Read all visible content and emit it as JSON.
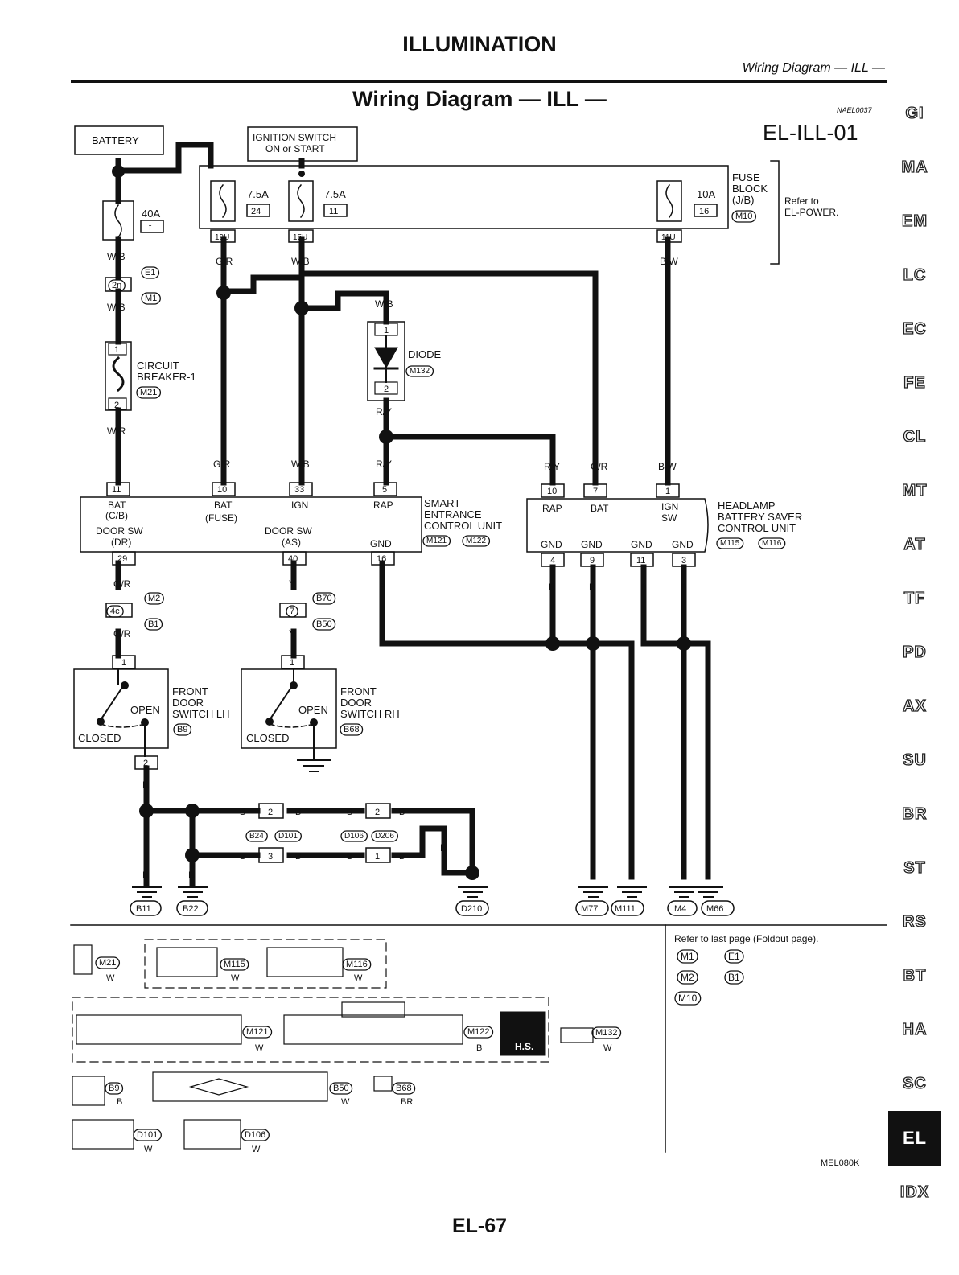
{
  "header": {
    "page_title": "ILLUMINATION",
    "section_right": "Wiring Diagram — ILL —",
    "section_title": "Wiring Diagram — ILL —",
    "code_tag": "NAEL0037",
    "diagram_id": "EL-ILL-01"
  },
  "footer": {
    "page_number": "EL-67",
    "ref_code": "MEL080K"
  },
  "sidebar": {
    "tabs": [
      "GI",
      "MA",
      "EM",
      "LC",
      "EC",
      "FE",
      "CL",
      "MT",
      "AT",
      "TF",
      "PD",
      "AX",
      "SU",
      "BR",
      "ST",
      "RS",
      "BT",
      "HA",
      "SC",
      "EL",
      "IDX"
    ],
    "active": "EL"
  },
  "diagram": {
    "battery": "BATTERY",
    "ignition_line1": "IGNITION SWITCH",
    "ignition_line2": "ON or START",
    "fusible_link": {
      "rating": "40A",
      "id": "f"
    },
    "fuse_block": {
      "line1": "FUSE",
      "line2": "BLOCK",
      "line3": "(J/B)",
      "conn": "M10",
      "ref1": "Refer to",
      "ref2": "EL-POWER."
    },
    "fuses": [
      {
        "rating": "7.5A",
        "num": "24",
        "pin": "19U"
      },
      {
        "rating": "7.5A",
        "num": "11",
        "pin": "15U"
      },
      {
        "rating": "10A",
        "num": "16",
        "pin": "11U"
      }
    ],
    "wires": {
      "wb": "W/B",
      "gr": "G/R",
      "bw": "B/W",
      "wr": "W/R",
      "ry": "R/Y",
      "y": "Y",
      "b": "B"
    },
    "conn_e1": "E1",
    "conn_m1": "M1",
    "pin_2n": "2n",
    "breaker": {
      "line1": "CIRCUIT",
      "line2": "BREAKER-1",
      "conn": "M21",
      "pin1": "1",
      "pin2": "2"
    },
    "diode": {
      "label": "DIODE",
      "conn": "M132",
      "pin1": "1",
      "pin2": "2"
    },
    "smart": {
      "line1": "SMART",
      "line2": "ENTRANCE",
      "line3": "CONTROL UNIT",
      "conn1": "M121",
      "conn2": "M122",
      "pins": [
        "11",
        "10",
        "33",
        "5",
        "29",
        "40",
        "16"
      ],
      "bat": "BAT",
      "cb": "(C/B)",
      "fuse": "(FUSE)",
      "ign": "IGN",
      "rap": "RAP",
      "doorsw": "DOOR SW",
      "dr": "(DR)",
      "as": "(AS)",
      "gnd": "GND"
    },
    "saver": {
      "line1": "HEADLAMP",
      "line2": "BATTERY SAVER",
      "line3": "CONTROL UNIT",
      "conn1": "M115",
      "conn2": "M116",
      "pins": [
        "10",
        "7",
        "1",
        "4",
        "9",
        "11",
        "3"
      ],
      "rap": "RAP",
      "bat": "BAT",
      "ign": "IGN",
      "sw": "SW",
      "gnd": "GND"
    },
    "mid_conns": {
      "m2": "M2",
      "b1": "B1",
      "pin_4c": "4c",
      "b70": "B70",
      "b50": "B50",
      "pin_7": "7"
    },
    "door_lh": {
      "line1": "FRONT",
      "line2": "DOOR",
      "line3": "SWITCH LH",
      "conn": "B9",
      "open": "OPEN",
      "closed": "CLOSED",
      "pin1": "1",
      "pin2": "2"
    },
    "door_rh": {
      "line1": "FRONT",
      "line2": "DOOR",
      "line3": "SWITCH RH",
      "conn": "B68",
      "open": "OPEN",
      "closed": "CLOSED",
      "pin1": "1"
    },
    "joint": {
      "b24": "B24",
      "d101": "D101",
      "d106": "D106",
      "d206": "D206",
      "p2": "2",
      "p3": "3",
      "p1": "1"
    },
    "grounds": [
      "B11",
      "B22",
      "D210",
      "M77",
      "M111",
      "M4",
      "M66"
    ],
    "refer": {
      "text": "Refer to last page (Foldout page).",
      "c1": "M1",
      "c2": "E1",
      "c3": "M2",
      "c4": "B1",
      "c5": "M10"
    },
    "legend": {
      "m21": "M21",
      "m115": "M115",
      "m116": "M116",
      "m121": "M121",
      "m122": "M122",
      "m132": "M132",
      "b9": "B9",
      "b50": "B50",
      "b68": "B68",
      "d101": "D101",
      "d106": "D106",
      "w": "W",
      "b": "B",
      "br": "BR",
      "hs": "H.S."
    }
  }
}
